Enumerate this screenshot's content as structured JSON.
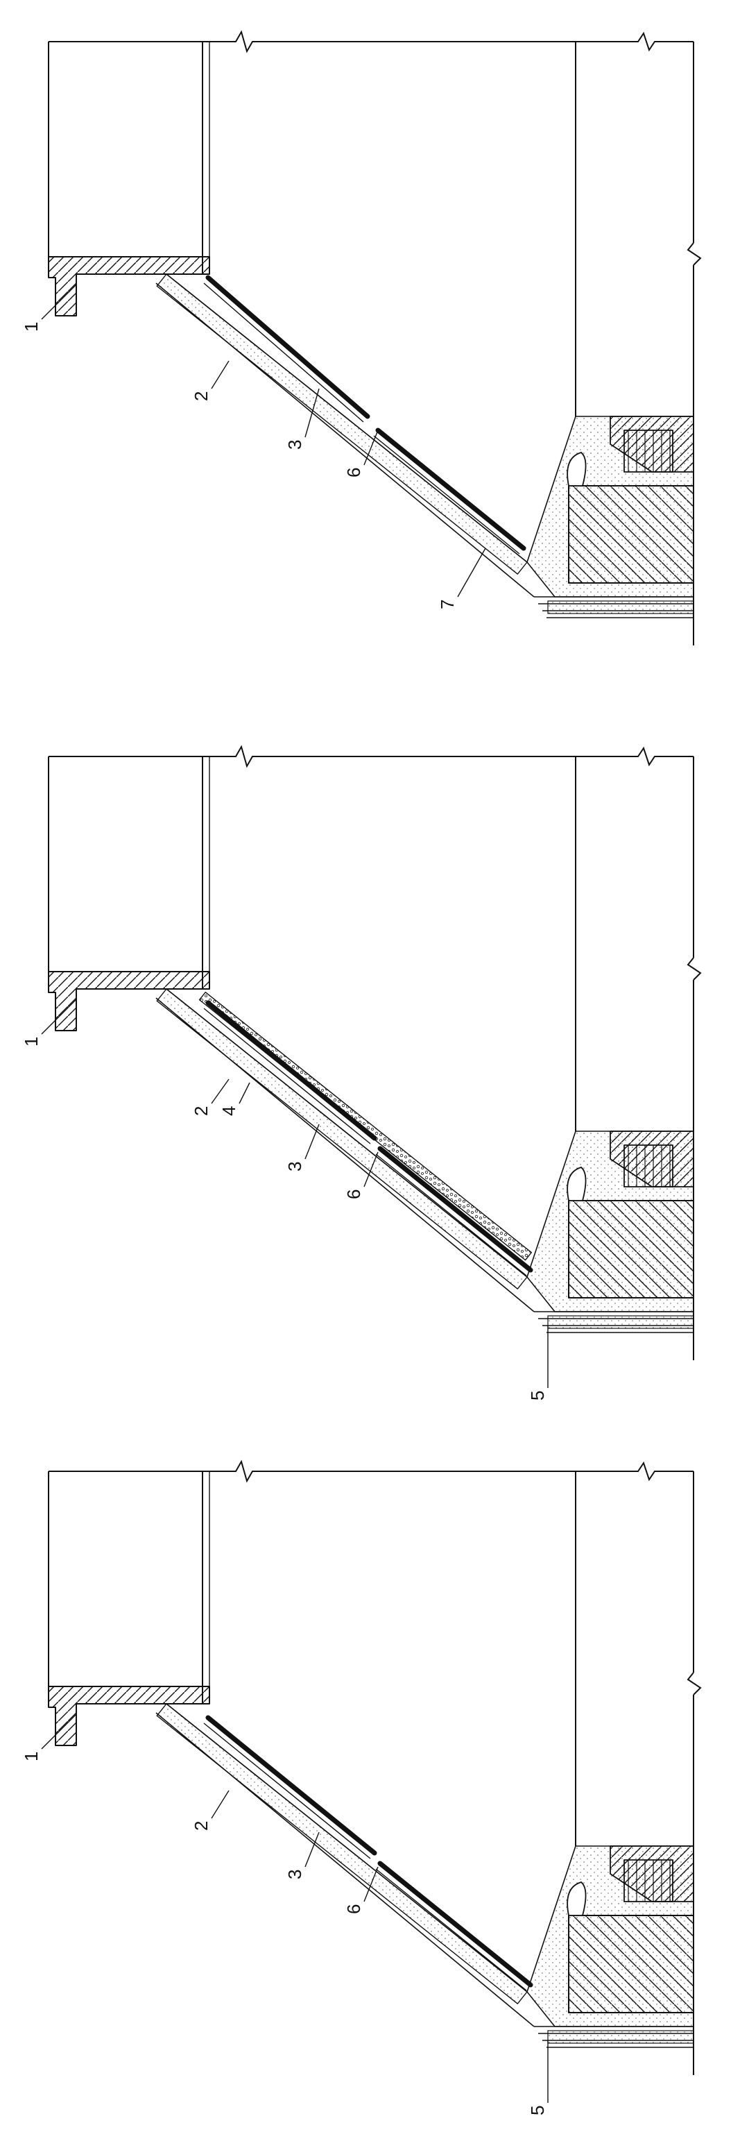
{
  "figures": [
    {
      "id": "fig-top",
      "callouts": [
        "1",
        "2",
        "3",
        "6",
        "7"
      ]
    },
    {
      "id": "fig-middle",
      "callouts": [
        "1",
        "2",
        "4",
        "3",
        "6",
        "5"
      ]
    },
    {
      "id": "fig-bottom",
      "callouts": [
        "1",
        "2",
        "3",
        "6",
        "5"
      ]
    }
  ],
  "colors": {
    "ink": "#111111",
    "paper": "#ffffff",
    "stipple": "#555555"
  }
}
